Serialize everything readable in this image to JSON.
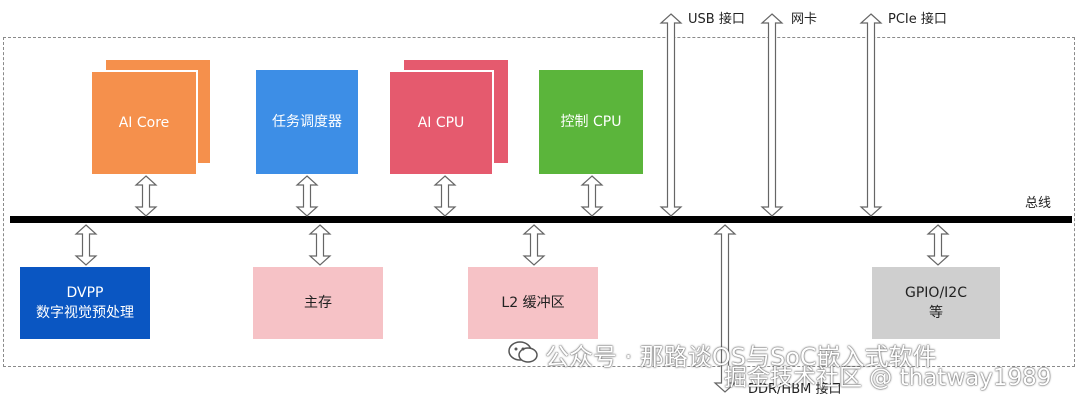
{
  "blocks": {
    "ai_core": {
      "label": "AI Core",
      "color": "#F5904C"
    },
    "task_scheduler": {
      "label": "任务调度器",
      "color": "#3D8EE6"
    },
    "ai_cpu": {
      "label": "AI CPU",
      "color": "#E55A6E"
    },
    "control_cpu": {
      "label": "控制 CPU",
      "color": "#5BB53B"
    },
    "dvpp": {
      "label": "DVPP\n数字视觉预处理",
      "color": "#0A56C2"
    },
    "main_memory": {
      "label": "主存",
      "color": "#F6C2C6"
    },
    "l2_buffer": {
      "label": "L2 缓冲区",
      "color": "#F6C2C6"
    },
    "gpio": {
      "label": "GPIO/I2C\n等",
      "color": "#CFCFCF"
    }
  },
  "interfaces": {
    "usb": "USB 接口",
    "nic": "网卡",
    "pcie": "PCIe 接口",
    "ddr": "DDR/HBM 接口"
  },
  "bus_label": "总线",
  "watermark": {
    "line1": "公众号 · 那路谈OS与SoC嵌入式软件",
    "line2": "掘金技术社区 @ thatway1989"
  }
}
